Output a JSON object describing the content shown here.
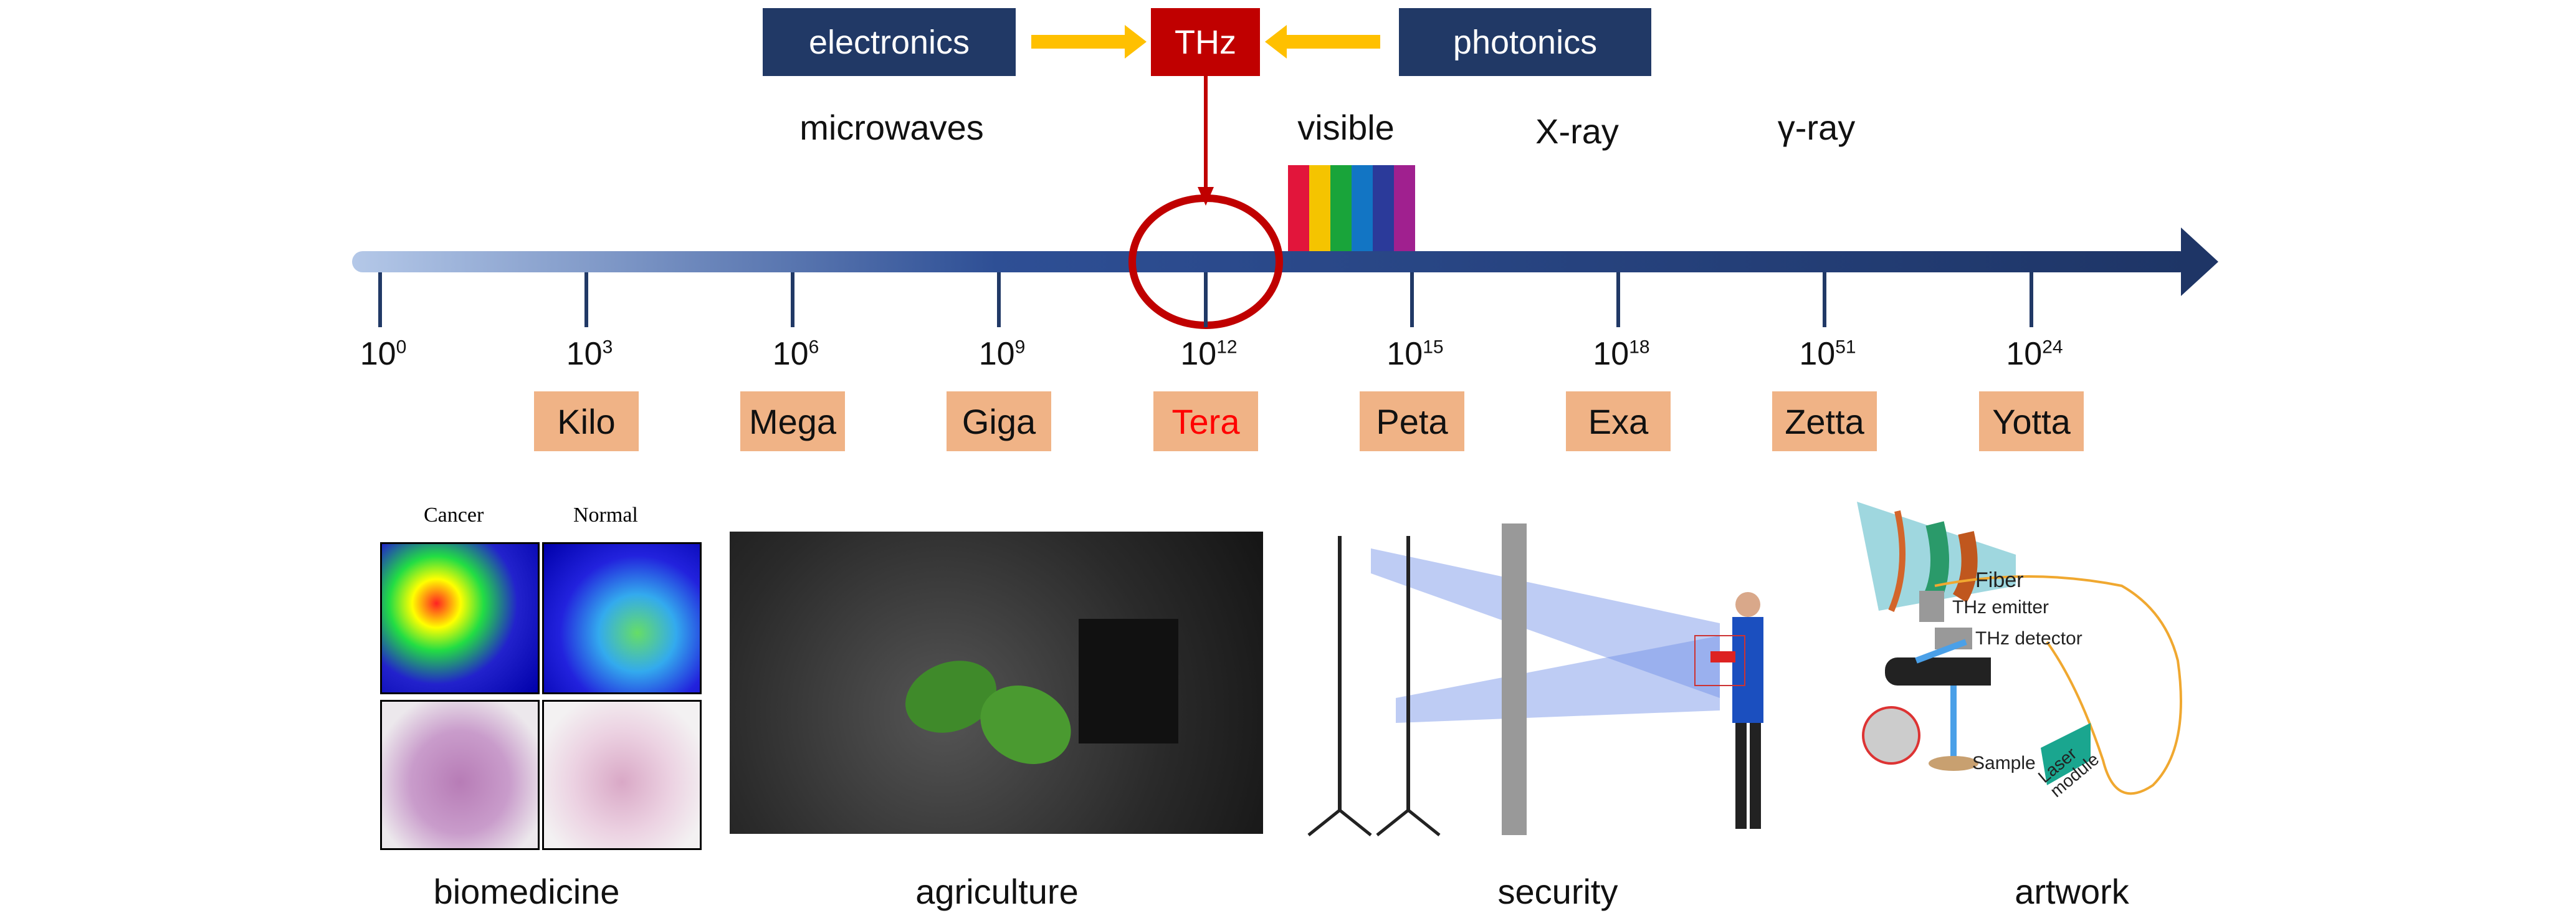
{
  "top": {
    "electronics": "electronics",
    "thz": "THz",
    "photonics": "photonics"
  },
  "bands": {
    "microwaves": "microwaves",
    "visible": "visible",
    "xray": "X-ray",
    "gamma": "γ-ray"
  },
  "scale": [
    {
      "base": "10",
      "exp": "0"
    },
    {
      "base": "10",
      "exp": "3"
    },
    {
      "base": "10",
      "exp": "6"
    },
    {
      "base": "10",
      "exp": "9"
    },
    {
      "base": "10",
      "exp": "12"
    },
    {
      "base": "10",
      "exp": "15"
    },
    {
      "base": "10",
      "exp": "18"
    },
    {
      "base": "10",
      "exp": "51"
    },
    {
      "base": "10",
      "exp": "24"
    }
  ],
  "prefixes": [
    "Kilo",
    "Mega",
    "Giga",
    "Tera",
    "Peta",
    "Exa",
    "Zetta",
    "Yotta"
  ],
  "colors": {
    "navy": "#213966",
    "red": "#c00000",
    "arrow_yellow": "#ffc000",
    "prefix_bg": "#f0b386",
    "highlight_text": "#ff0000"
  },
  "panels": {
    "biomedicine": {
      "caption": "biomedicine",
      "cancer": "Cancer",
      "normal": "Normal"
    },
    "agriculture": {
      "caption": "agriculture"
    },
    "security": {
      "caption": "security"
    },
    "artwork": {
      "caption": "artwork",
      "fiber": "Fiber",
      "emitter": "THz emitter",
      "detector": "THz detector",
      "sample": "Sample",
      "laser": "Laser module"
    }
  }
}
